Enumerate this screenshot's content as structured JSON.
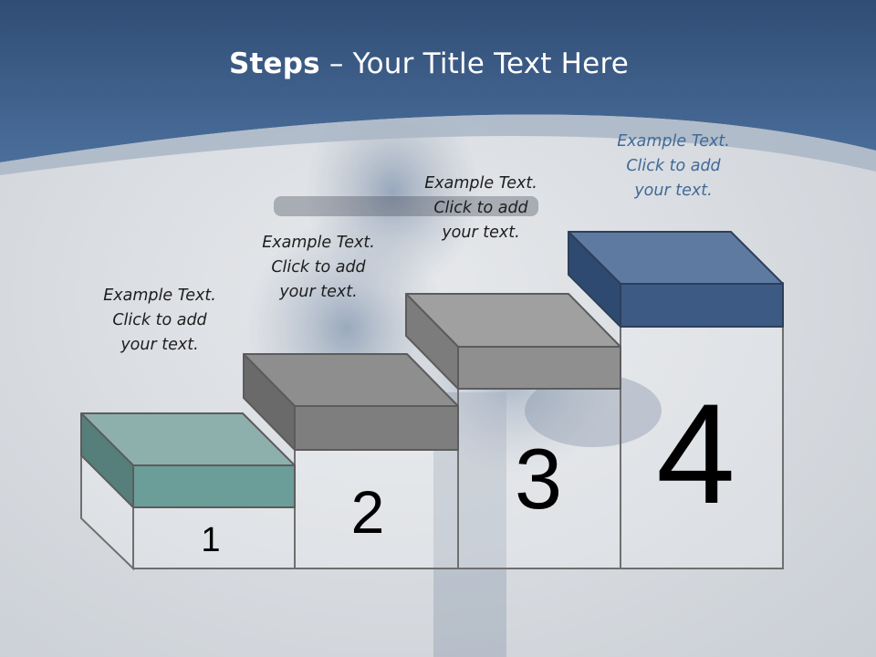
{
  "slide": {
    "title_bold": "Steps",
    "title_rest": " – Your Title Text Here"
  },
  "steps": [
    {
      "number": "1",
      "caption_lines": [
        "Example Text.",
        "Click  to add",
        "your text."
      ],
      "color": "#6b9d99"
    },
    {
      "number": "2",
      "caption_lines": [
        "Example Text.",
        "Click  to add",
        "your text."
      ],
      "color": "#7e7e7e"
    },
    {
      "number": "3",
      "caption_lines": [
        "Example Text.",
        "Click  to add",
        "your text."
      ],
      "color": "#8f8f8f"
    },
    {
      "number": "4",
      "caption_lines": [
        "Example Text.",
        "Click  to add",
        "your text."
      ],
      "color": "#3c5a83"
    }
  ],
  "colors": {
    "header_blue": "#3a5d8b",
    "background_gray": "#d6dadf"
  }
}
